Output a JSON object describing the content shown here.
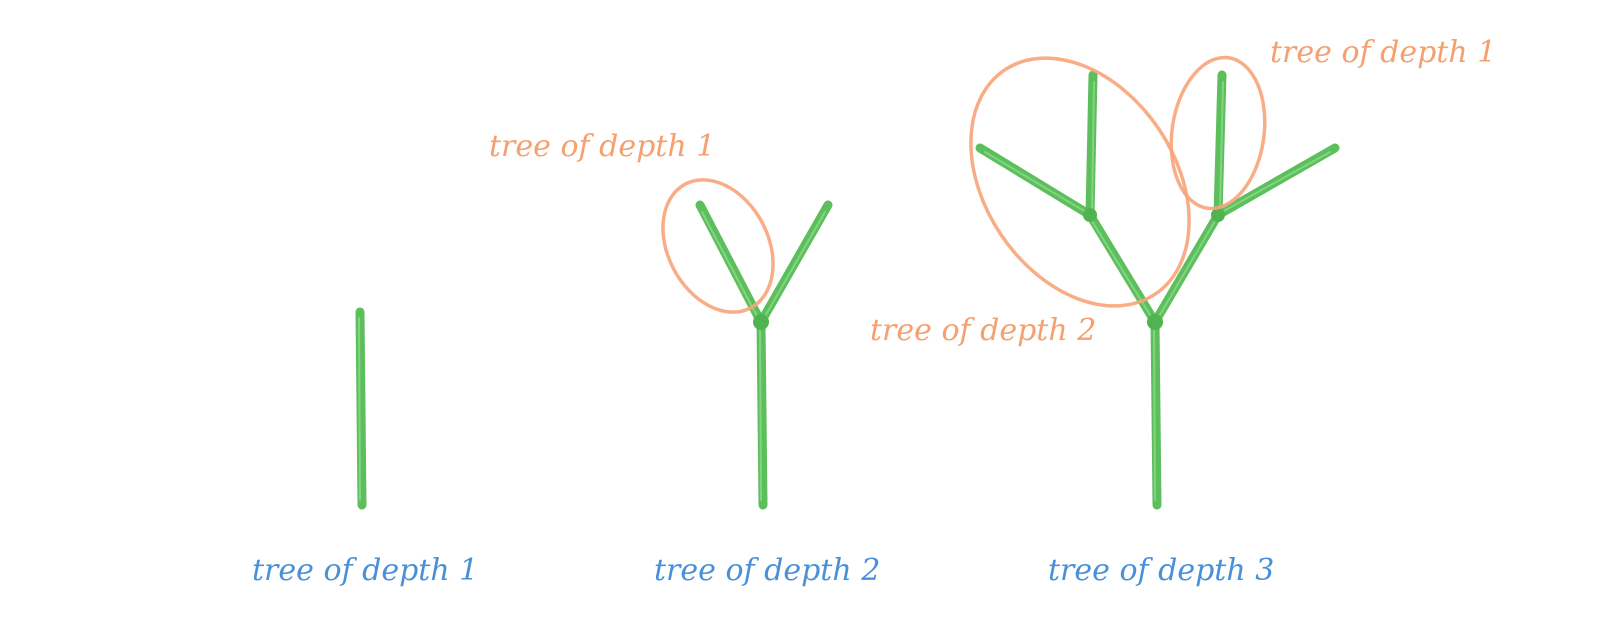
{
  "palette": {
    "branch": "#5cbf5c",
    "caption_blue": "#4a90d9",
    "annotation_orange": "#f5a06e"
  },
  "captions": {
    "tree1": "tree of depth 1",
    "tree2": "tree of depth 2",
    "tree3": "tree of depth 3"
  },
  "annotations": {
    "tree2_subtree": "tree of depth 1",
    "tree3_left_subtree": "tree of depth 2",
    "tree3_right_subtree": "tree of depth 1"
  }
}
